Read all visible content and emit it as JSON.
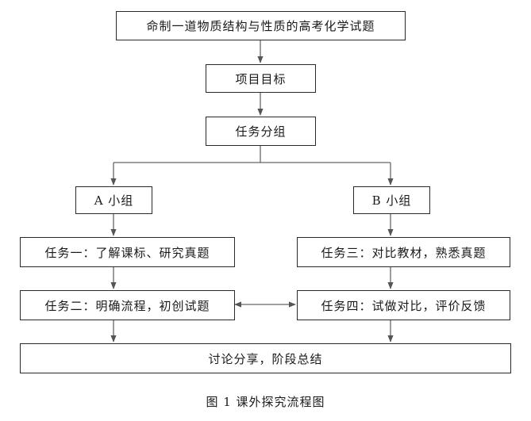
{
  "nodes": {
    "top": "命制一道物质结构与性质的高考化学试题",
    "goal": "项目目标",
    "grouping": "任务分组",
    "group_a": "A 小组",
    "group_b": "B 小组",
    "task1": "任务一：了解课标、研究真题",
    "task2": "任务二：明确流程，初创试题",
    "task3": "任务三：对比教材，熟悉真题",
    "task4": "任务四：试做对比，评价反馈",
    "summary": "讨论分享，阶段总结"
  },
  "caption": "图 1  课外探究流程图"
}
